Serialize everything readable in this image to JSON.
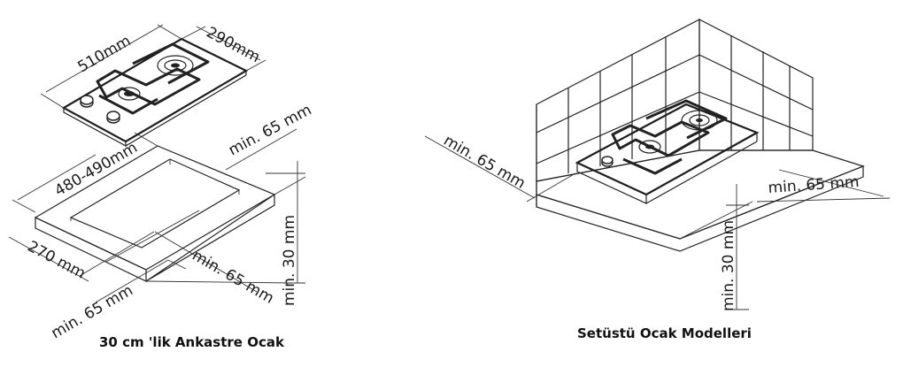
{
  "left": {
    "caption": "30 cm 'lik Ankastre Ocak",
    "dims": {
      "width": "510mm",
      "depth": "290mm",
      "cutout_width": "480-490mm",
      "cutout_depth": "270 mm",
      "clear_back": "min. 65 mm",
      "clear_side": "min. 65 mm",
      "clear_front": "min. 65 mm",
      "clear_below": "min. 30 mm"
    }
  },
  "right": {
    "caption": "Setüstü Ocak Modelleri",
    "dims": {
      "clear_left": "min. 65 mm",
      "clear_right": "min. 65 mm",
      "clear_below": "min. 30 mm"
    }
  }
}
